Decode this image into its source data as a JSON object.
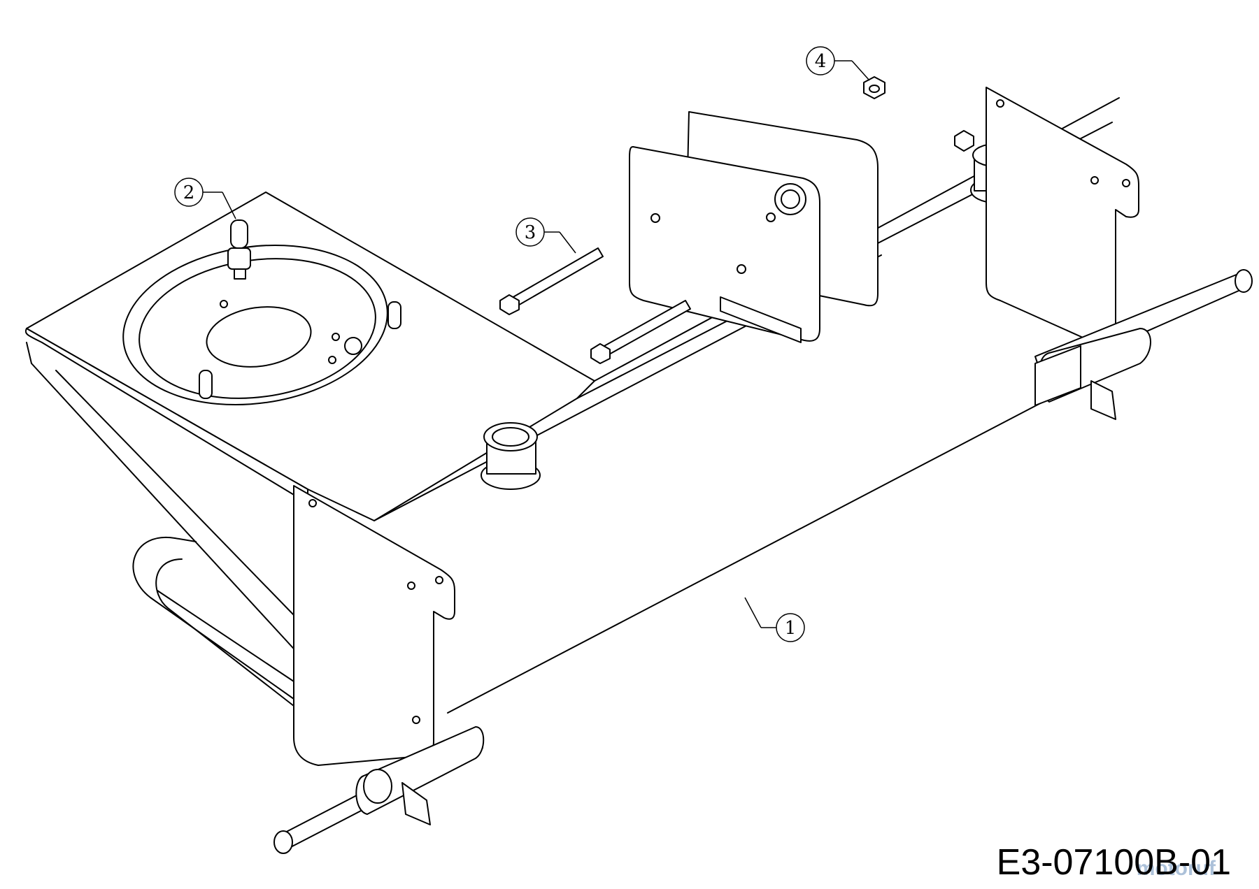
{
  "diagram": {
    "callouts": [
      {
        "id": "callout-1",
        "label": "1"
      },
      {
        "id": "callout-2",
        "label": "2"
      },
      {
        "id": "callout-3",
        "label": "3"
      },
      {
        "id": "callout-4",
        "label": "4"
      }
    ],
    "drawing_code": "E3-07100B-01",
    "watermark": "motoruf"
  }
}
